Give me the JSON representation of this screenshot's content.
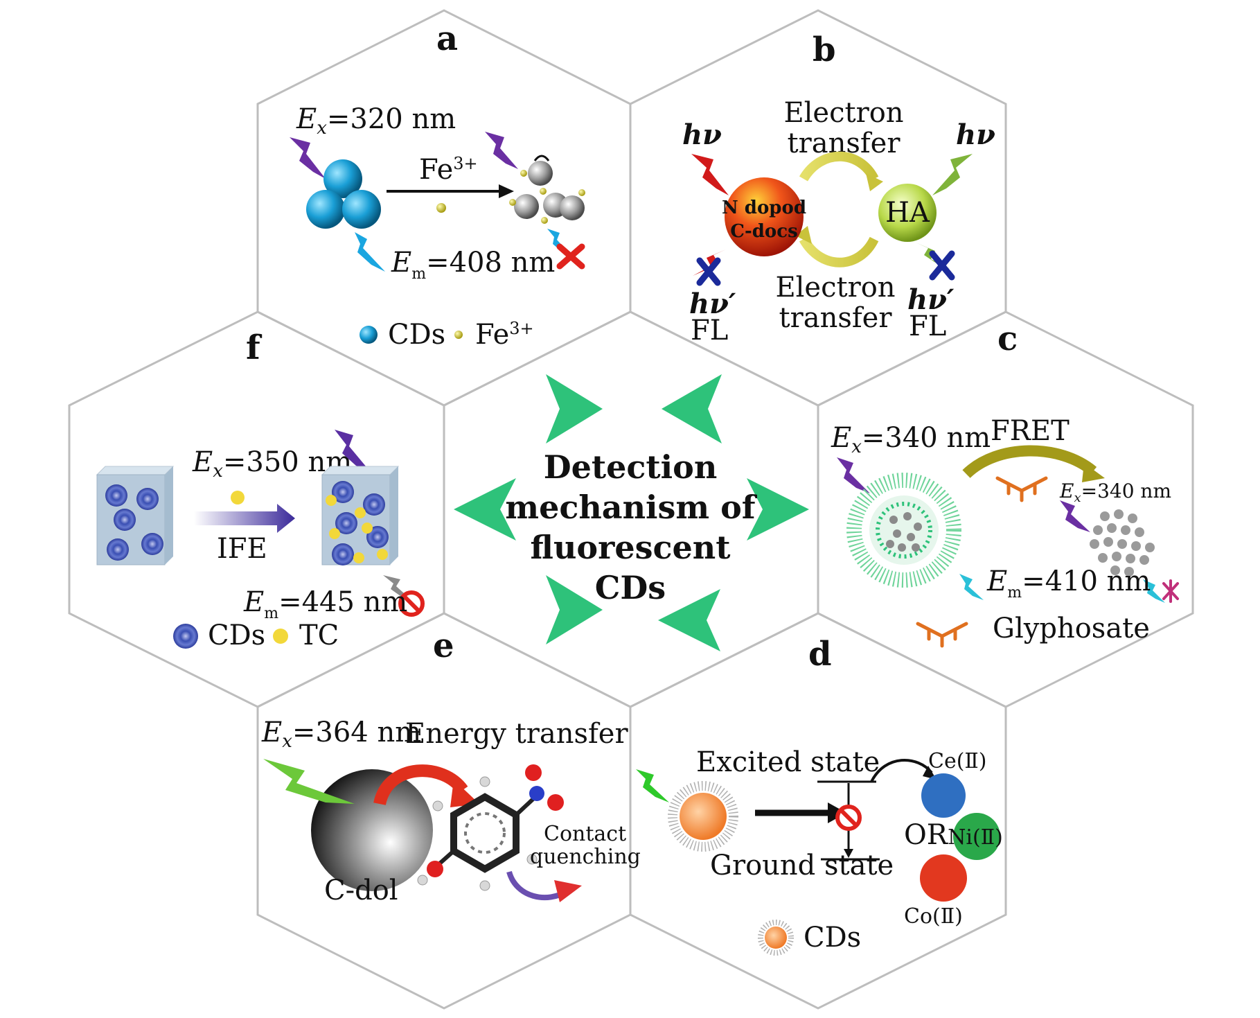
{
  "center": {
    "lines": [
      "Detection",
      "mechanism of",
      "fluorescent",
      "CDs"
    ]
  },
  "panel_a": {
    "letter": "a",
    "ex_sym": "E",
    "ex_sub": "x",
    "ex_val": "=320 nm",
    "ion_base": "Fe",
    "ion_sup": "3+",
    "em_sym": "E",
    "em_sub": "m",
    "em_val": "=408 nm",
    "legend_1": "CDs",
    "legend_2_base": "Fe",
    "legend_2_sup": "3+"
  },
  "panel_b": {
    "letter": "b",
    "hv_left": "hν",
    "hv_right": "hν",
    "et_top_1": "Electron",
    "et_top_2": "transfer",
    "et_bot_1": "Electron",
    "et_bot_2": "transfer",
    "sphere_1a": "N dopod",
    "sphere_1b": "C-docs",
    "sphere_2": "HA",
    "hvp_left": "hν′",
    "fl_left": "FL",
    "hvp_right": "hν′",
    "fl_right": "FL"
  },
  "panel_c": {
    "letter": "c",
    "ex_sym": "E",
    "ex_sub": "x",
    "ex_val": "=340 nm",
    "fret": "FRET",
    "ex2_sym": "E",
    "ex2_sub": "x",
    "ex2_val": "=340 nm",
    "em_sym": "E",
    "em_sub": "m",
    "em_val": "=410 nm",
    "legend": "Glyphosate"
  },
  "panel_d": {
    "letter": "d",
    "excited": "Excited state",
    "ground": "Ground state",
    "ce": "Ce(Ⅱ)",
    "or": "OR",
    "ni": "Ni(Ⅱ)",
    "co": "Co(Ⅱ)",
    "legend": "CDs"
  },
  "panel_e": {
    "letter": "e",
    "ex_sym": "E",
    "ex_sub": "x",
    "ex_val": "=364 nm",
    "energy": "Energy transfer",
    "contact_1": "Contact",
    "contact_2": "quenching",
    "cdot": "C-dol"
  },
  "panel_f": {
    "letter": "f",
    "ex_sym": "E",
    "ex_sub": "x",
    "ex_val": "=350 nm",
    "ife": "IFE",
    "em_sym": "E",
    "em_sub": "m",
    "em_val": "=445 nm",
    "legend_1": "CDs",
    "legend_2": "TC"
  },
  "colors": {
    "hex_stroke": "#bdbdbd",
    "arrow_green": "#2ec27a",
    "cd_blue": "#1a9fd6",
    "fe_yellow": "#d4cc2a",
    "red_sphere": "#d92b12",
    "ha_green": "#b9d94a",
    "orange_cd": "#f08a3a",
    "ce_blue": "#2f6fc1",
    "ni_green": "#2aa84a",
    "co_red": "#e2381f"
  }
}
